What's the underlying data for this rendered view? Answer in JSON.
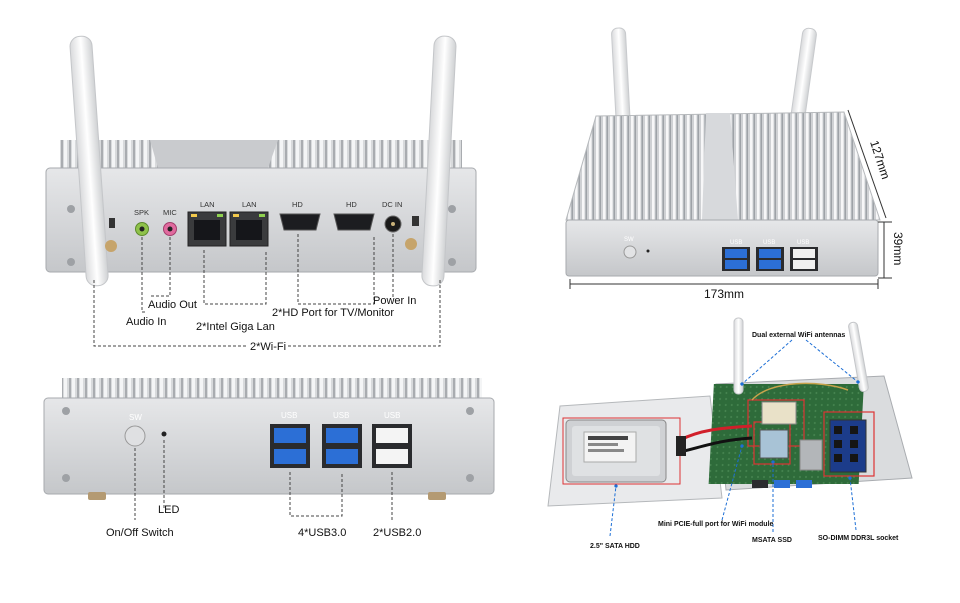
{
  "rear_panel": {
    "port_labels": {
      "spk": "SPK",
      "mic": "MIC",
      "lan1": "LAN",
      "lan2": "LAN",
      "hd1": "HD",
      "hd2": "HD",
      "dc_in": "DC IN"
    },
    "callouts": {
      "audio_in": "Audio In",
      "audio_out": "Audio Out",
      "lan": "2*Intel Giga Lan",
      "hd": "2*HD Port for TV/Monitor",
      "power_in": "Power In",
      "wifi": "2*Wi-Fi"
    }
  },
  "front_panel": {
    "port_labels": {
      "sw": "SW",
      "usb1": "USB",
      "usb2": "USB",
      "usb3": "USB"
    },
    "callouts": {
      "led": "LED",
      "switch": "On/Off Switch",
      "usb3": "4*USB3.0",
      "usb2": "2*USB2.0"
    }
  },
  "dimensions_view": {
    "port_labels": {
      "sw": "SW",
      "usb1": "USB",
      "usb2": "USB",
      "usb3": "USB"
    },
    "depth": "127mm",
    "height": "39mm",
    "width": "173mm"
  },
  "internal_view": {
    "callouts": {
      "antennas": "Dual external WiFi antennas",
      "hdd": "2.5\" SATA HDD",
      "pcie": "Mini PCIE-full port for WiFi module",
      "msata": "MSATA SSD",
      "sodimm": "SO-DIMM DDR3L socket"
    }
  }
}
